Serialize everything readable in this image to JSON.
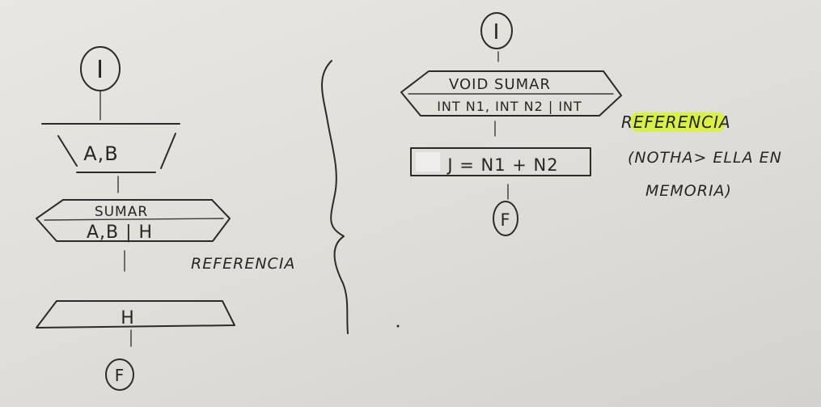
{
  "left_flowchart": {
    "start_symbol": "I",
    "input_block": "A,B",
    "subprocess_name": "SUMAR",
    "subprocess_args": "A,B | H",
    "subprocess_note": "REFERENCIA",
    "output_block": "H",
    "end_symbol": "F"
  },
  "right_flowchart": {
    "start_symbol": "I",
    "header_line1": "VOID SUMAR",
    "header_line2": "INT N1, INT N2 | INT",
    "header_note": "REFERENCIA",
    "note_line1": "(NOTHA> ELLA EN",
    "note_line2": "MEMORIA)",
    "assignment": "J = N1 + N2",
    "end_symbol": "F"
  },
  "colors": {
    "ink": "#2b2b2b",
    "highlight": "#d9f23a",
    "board": "#e5e3de"
  }
}
